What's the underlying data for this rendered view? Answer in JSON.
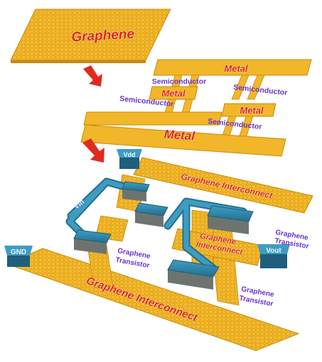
{
  "layers": {
    "graphene_sheet": {
      "label": "Graphene"
    },
    "metal_layer": {
      "metal_labels": [
        "Metal",
        "Metal",
        "Metal",
        "Metal"
      ],
      "semiconductor_labels": [
        "Semiconductor",
        "Semiconductor",
        "Semiconductor",
        "Semiconductor"
      ]
    },
    "graphene_circuit": {
      "ports": {
        "vdd": "Vdd",
        "vin": "Vin",
        "gnd": "GND",
        "vout": "Vout"
      },
      "interconnect_top": "Graphene Interconnect",
      "interconnect_bottom": "Graphene Interconnect",
      "interconnect_mid": [
        "Graphene",
        "Interconnect"
      ],
      "transistor_label_1": [
        "Graphene",
        "Transistor"
      ],
      "transistor_label_2": [
        "Graphene",
        "Transistor"
      ],
      "transistor_label_3": [
        "Graphene",
        "Transistor"
      ]
    }
  },
  "colors": {
    "graphene_gold": "#f2b62a",
    "graphene_edge": "#c98a0c",
    "teal": "#2f86a8",
    "teal_dark": "#1d5f7c",
    "arrow_red": "#e02a1e",
    "label_red": "#d8271c",
    "label_purple": "#6a33c8"
  }
}
